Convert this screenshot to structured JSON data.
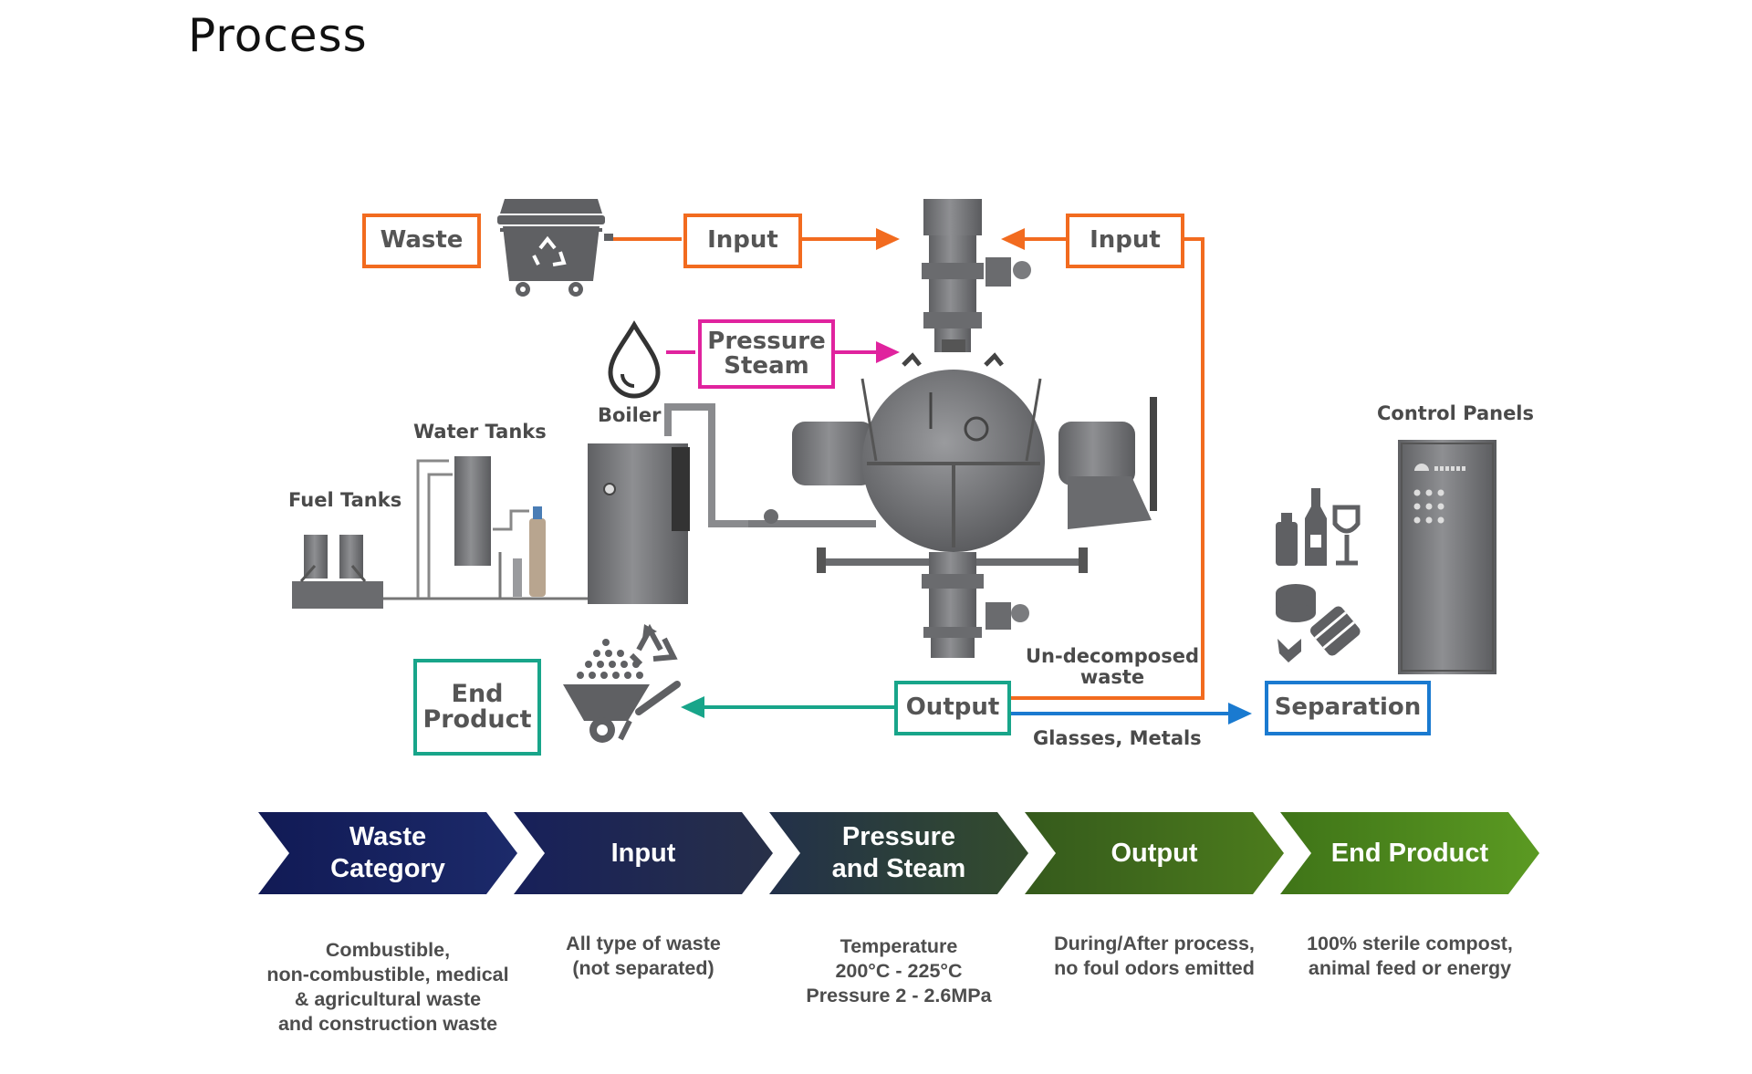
{
  "title": "Process",
  "colors": {
    "orange": "#f26b1f",
    "magenta": "#e0239e",
    "teal": "#18a58a",
    "blue": "#1a7ad0",
    "machine": "#7a7b7e",
    "machine_dark": "#5d5e61"
  },
  "boxes": {
    "waste": "Waste",
    "input_left": "Input",
    "input_right": "Input",
    "pressure_steam": "Pressure\nSteam",
    "end_product": "End\nProduct",
    "output": "Output",
    "separation": "Separation"
  },
  "labels": {
    "water_tanks": "Water Tanks",
    "fuel_tanks": "Fuel Tanks",
    "boiler": "Boiler",
    "control_panels": "Control Panels",
    "undecomposed": "Un-decomposed\nwaste",
    "glasses_metals": "Glasses, Metals"
  },
  "icons": [
    "trash-bin-icon",
    "water-drop-icon",
    "wheelbarrow-icon",
    "recycle-icon",
    "bottles-icon",
    "cans-icon"
  ],
  "steps": [
    {
      "label": "Waste\nCategory",
      "color": "#16215c",
      "description": "Combustible,\nnon-combustible, medical\n& agricultural waste\nand construction waste"
    },
    {
      "label": "Input",
      "color": "#1b2657",
      "description": "All type of waste\n(not separated)"
    },
    {
      "label": "Pressure\nand Steam",
      "color": "#27403a",
      "description": "Temperature\n200°C - 225°C\nPressure 2 - 2.6MPa"
    },
    {
      "label": "Output",
      "color": "#3f6a1a",
      "description": "During/After process,\nno foul odors emitted"
    },
    {
      "label": "End Product",
      "color": "#4f8a1c",
      "description": "100% sterile compost,\nanimal feed or energy"
    }
  ]
}
